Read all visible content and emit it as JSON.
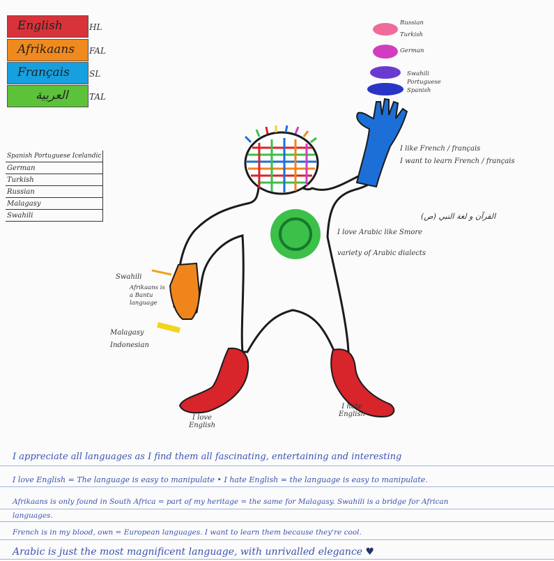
{
  "legend": [
    {
      "label": "English",
      "code": "HL",
      "color": "#d8323a"
    },
    {
      "label": "Afrikaans",
      "code": "FAL",
      "color": "#f08a1e"
    },
    {
      "label": "Français",
      "code": "SL",
      "color": "#16a0e0"
    },
    {
      "label": "العربية",
      "code": "TAL",
      "color": "#5cc23a"
    }
  ],
  "lang_table": {
    "header": "Spanish Portuguese Icelandic",
    "rows": [
      "German",
      "Turkish",
      "Russian",
      "Malagasy",
      "Swahili"
    ]
  },
  "colors": {
    "red": "#d8242b",
    "orange": "#f0851c",
    "blue": "#1c6fd6",
    "green": "#3cc04a",
    "pink": "#f06b9b",
    "magenta": "#d23dbf",
    "purple": "#6a3ad0",
    "navy": "#2a35c6",
    "yellow": "#f3d51c",
    "ink": "#3a54b0"
  },
  "top_right_labels": [
    "Russian",
    "Turkish",
    "German",
    "Swahili",
    "Portuguese",
    "Spanish"
  ],
  "annotations": {
    "french_1": "I like French / français",
    "french_2": "I want to learn French / français",
    "arabic_quote": "القرآن و لغة النبي (ص)",
    "arabic_love": "I love Arabic like Smore",
    "arabic_variety": "variety of Arabic dialects",
    "swahili": "Swahili",
    "afrikaans_note": "Afrikaans is a Bantu language",
    "malagasy": "Malagasy",
    "indonesian": "Indonesian",
    "love_english": "I love English",
    "hate_english": "I hate English"
  },
  "paragraph": [
    "I appreciate all languages as I find them all fascinating, entertaining and interesting",
    "I love English = The language is easy to manipulate • I hate English = the language is easy to manipulate.",
    "Afrikaans is only found in South Africa = part of my heritage = the same for Malagasy. Swahili is a bridge for African",
    "languages.",
    "French is in my blood, own = European languages. I want to learn them because they're cool.",
    "Arabic is just the most magnificent language, with unrivalled elegance"
  ]
}
